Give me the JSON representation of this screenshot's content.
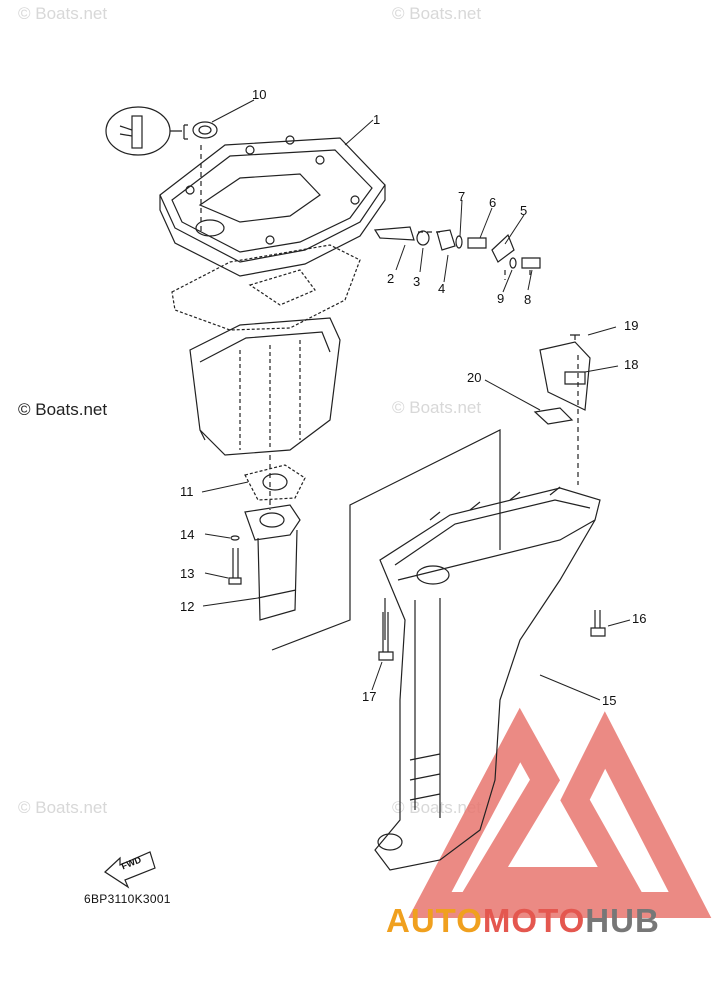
{
  "watermarks": {
    "top_left": "© Boats.net",
    "top_right": "© Boats.net",
    "middle_left": "© Boats.net",
    "middle_right": "© Boats.net",
    "bottom_left": "© Boats.net",
    "bottom_mid": "© Boats.net"
  },
  "callouts": [
    "1",
    "2",
    "3",
    "4",
    "5",
    "6",
    "7",
    "8",
    "9",
    "10",
    "11",
    "12",
    "13",
    "14",
    "15",
    "16",
    "17",
    "18",
    "19",
    "20"
  ],
  "fwd_label": "FWD",
  "diagram_code": "6BP3110K3001",
  "brand": {
    "part1": "AUTO",
    "part2": "MOTO",
    "part3": "HUB"
  },
  "colors": {
    "line": "#222222",
    "brand_orange": "#f0a01e",
    "brand_red": "#e4574f",
    "brand_gray": "#777777"
  }
}
